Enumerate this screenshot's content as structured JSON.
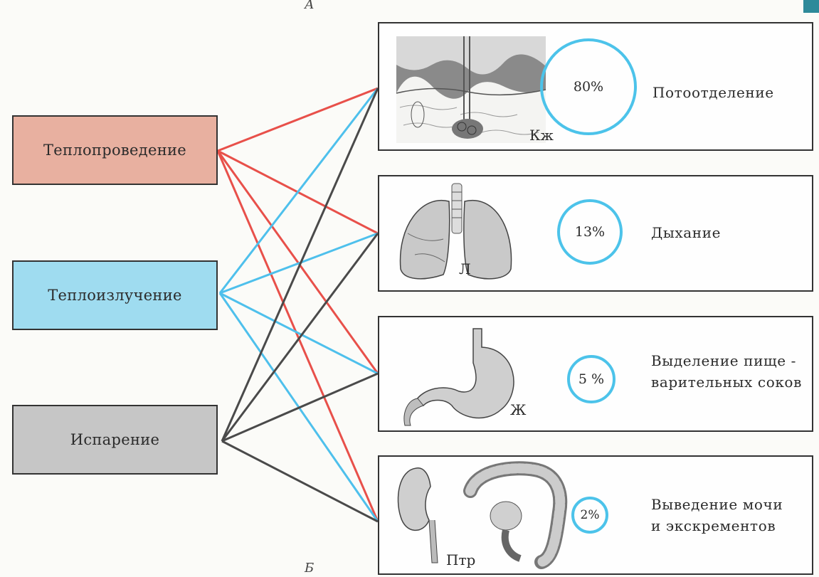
{
  "labels": {
    "top": "А",
    "bottom": "Б"
  },
  "sources": [
    {
      "id": "conduction",
      "label": "Теплопроведение",
      "color": "#e8b0a0"
    },
    {
      "id": "radiation",
      "label": "Теплоизлучение",
      "color": "#9fdcf0"
    },
    {
      "id": "evaporation",
      "label": "Испарение",
      "color": "#c6c6c6"
    }
  ],
  "targets": [
    {
      "id": "skin",
      "organ_label": "Кж",
      "percent": "80%",
      "description": "Потоотделение"
    },
    {
      "id": "lungs",
      "organ_label": "Л",
      "percent": "13%",
      "description": "Дыхание"
    },
    {
      "id": "stomach",
      "organ_label": "Ж",
      "percent": "5 %",
      "description": "Выделение пище -\nварительных соков"
    },
    {
      "id": "kidneys-gut",
      "organ_label": "Птр",
      "percent": "2%",
      "description": "Выведение мочи\nи экскрементов"
    }
  ],
  "link_colors": {
    "conduction": "#e8504a",
    "radiation": "#4ec0ec",
    "evaporation": "#4a4a4a"
  },
  "accent": "#4cc3ea"
}
